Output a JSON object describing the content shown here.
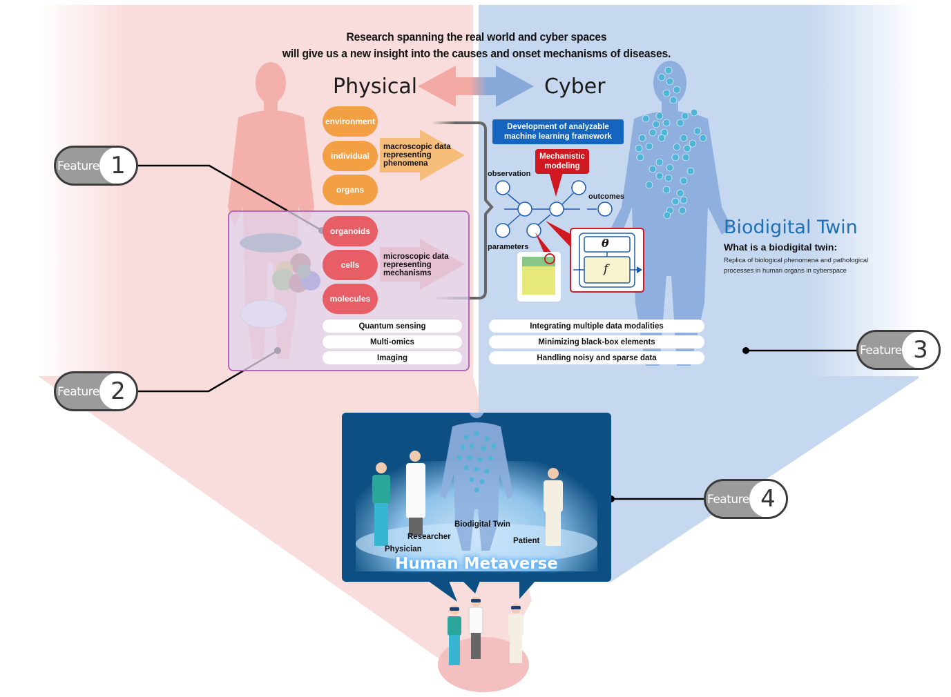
{
  "headline": {
    "line1": "Research spanning the real world and cyber spaces",
    "line2": "will give us a new insight into the causes and onset mechanisms of diseases."
  },
  "physical": {
    "label": "Physical",
    "macro_items": [
      "environment",
      "individual",
      "organs"
    ],
    "macro_arrow_text": [
      "macroscopic data",
      "representing",
      "phenomena"
    ],
    "micro_items": [
      "organoids",
      "cells",
      "molecules"
    ],
    "micro_arrow_text": [
      "microscopic data",
      "representing",
      "mechanisms"
    ],
    "technologies": [
      "Quantum sensing",
      "Multi-omics",
      "Imaging"
    ]
  },
  "cyber": {
    "label": "Cyber",
    "framework_title": [
      "Development of analyzable",
      "machine learning framework"
    ],
    "mechanistic_label": [
      "Mechanistic",
      "modeling"
    ],
    "node_labels": {
      "observation": "observation",
      "parameters": "parameters",
      "outcomes": "outcomes"
    },
    "function_box": {
      "theta": "θ",
      "f": "f"
    },
    "challenges": [
      "Integrating multiple data modalities",
      "Minimizing black-box elements",
      "Handling noisy and sparse data"
    ]
  },
  "biodigital_twin": {
    "title": "Biodigital Twin",
    "subtitle": "What is a biodigital twin:",
    "description": [
      "Replica of biological phenomena and pathological",
      "processes in human organs in cyberspace"
    ]
  },
  "metaverse": {
    "title": "Human Metaverse",
    "labels": {
      "physician": "Physician",
      "researcher": "Researcher",
      "twin": "Biodigital Twin",
      "patient": "Patient"
    }
  },
  "features": [
    {
      "label": "Feature",
      "number": "1"
    },
    {
      "label": "Feature",
      "number": "2"
    },
    {
      "label": "Feature",
      "number": "3"
    },
    {
      "label": "Feature",
      "number": "4"
    }
  ],
  "colors": {
    "physical_bg": "#f9dcdc",
    "cyber_bg": "#c6d8f0",
    "orange": "#f2a043",
    "red": "#e85e66",
    "framework_blue": "#1565c0",
    "mechanistic_red": "#d01820",
    "twin_blue": "#1f6fb3",
    "metaverse_navy": "#0d4f82"
  }
}
